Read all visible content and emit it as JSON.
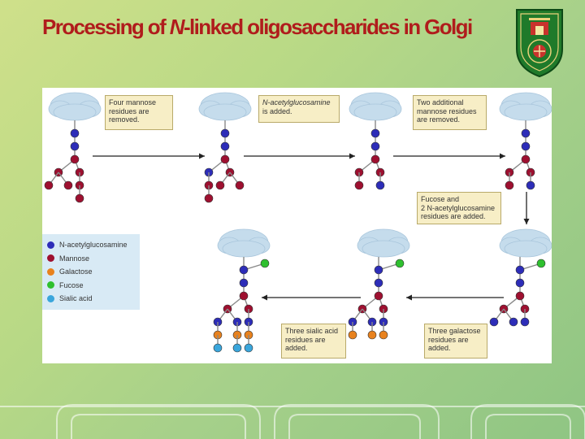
{
  "header": {
    "title_pre": "Processing of ",
    "title_italic": "N",
    "title_post": "-linked oligosaccharides in Golgi"
  },
  "steps": [
    {
      "lines": [
        "Four mannose",
        "residues are",
        "removed."
      ]
    },
    {
      "lines": [
        "N-acetylglucosamine",
        "is added."
      ]
    },
    {
      "lines": [
        "Two additional",
        "mannose residues",
        "are removed."
      ]
    },
    {
      "lines": [
        "Fucose and",
        "2 N-acetylglucosamine",
        "residues are added."
      ]
    },
    {
      "lines": [
        "Three galactose",
        "residues are",
        "added."
      ]
    },
    {
      "lines": [
        "Three sialic acid",
        "residues are",
        "added."
      ]
    }
  ],
  "legend": [
    {
      "label": "N-acetylglucosamine",
      "color": "#2d2db8"
    },
    {
      "label": "Mannose",
      "color": "#9e1030"
    },
    {
      "label": "Galactose",
      "color": "#e8821e"
    },
    {
      "label": "Fucose",
      "color": "#2fc02f"
    },
    {
      "label": "Sialic acid",
      "color": "#3aa6dc"
    }
  ],
  "colors": {
    "nag": "#2d2db8",
    "man": "#9e1030",
    "gal": "#e8821e",
    "fuc": "#2fc02f",
    "sia": "#3aa6dc",
    "title": "#b01c1c"
  },
  "logo": {
    "icon": "university-crest-icon"
  }
}
